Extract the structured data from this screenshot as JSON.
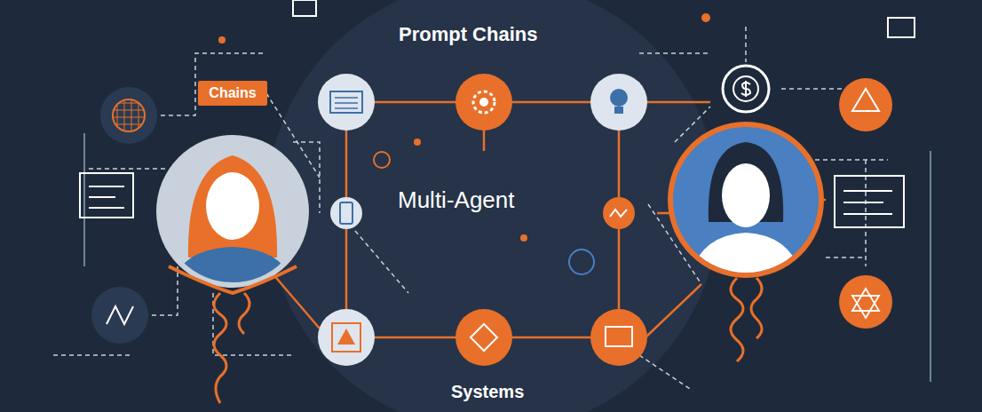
{
  "diagram": {
    "title": "Prompt Chains",
    "nodes": [
      {
        "text": [
          "Chains"
        ]
      }
    ],
    "labels": [
      "Multi-Agent",
      "Systems"
    ]
  }
}
